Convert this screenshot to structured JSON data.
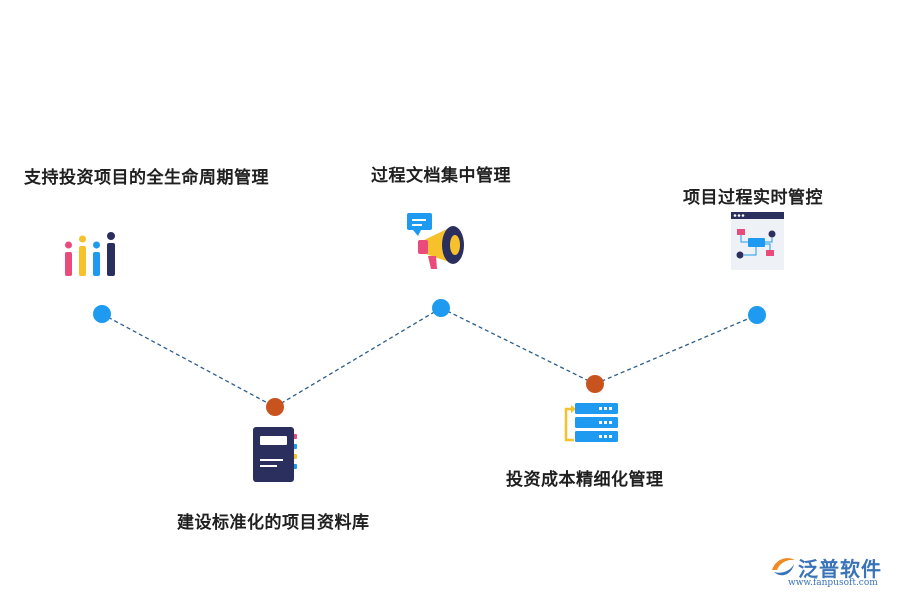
{
  "nodes": [
    {
      "label": "支持投资项目的全生命周期管理",
      "icon": "bar-chart-icon",
      "dot_color": "#1e9bf0"
    },
    {
      "label": "建设标准化的项目资料库",
      "icon": "document-icon",
      "dot_color": "#c9531f"
    },
    {
      "label": "过程文档集中管理",
      "icon": "megaphone-icon",
      "dot_color": "#1e9bf0"
    },
    {
      "label": "投资成本精细化管理",
      "icon": "server-stack-icon",
      "dot_color": "#c9531f"
    },
    {
      "label": "项目过程实时管控",
      "icon": "flowchart-window-icon",
      "dot_color": "#1e9bf0"
    }
  ],
  "logo": {
    "name": "泛普软件",
    "url": "www.fanpusoft.com"
  },
  "colors": {
    "connector": "#2a5d8c",
    "accent_blue": "#1e9bf0",
    "accent_orange": "#c9531f"
  }
}
